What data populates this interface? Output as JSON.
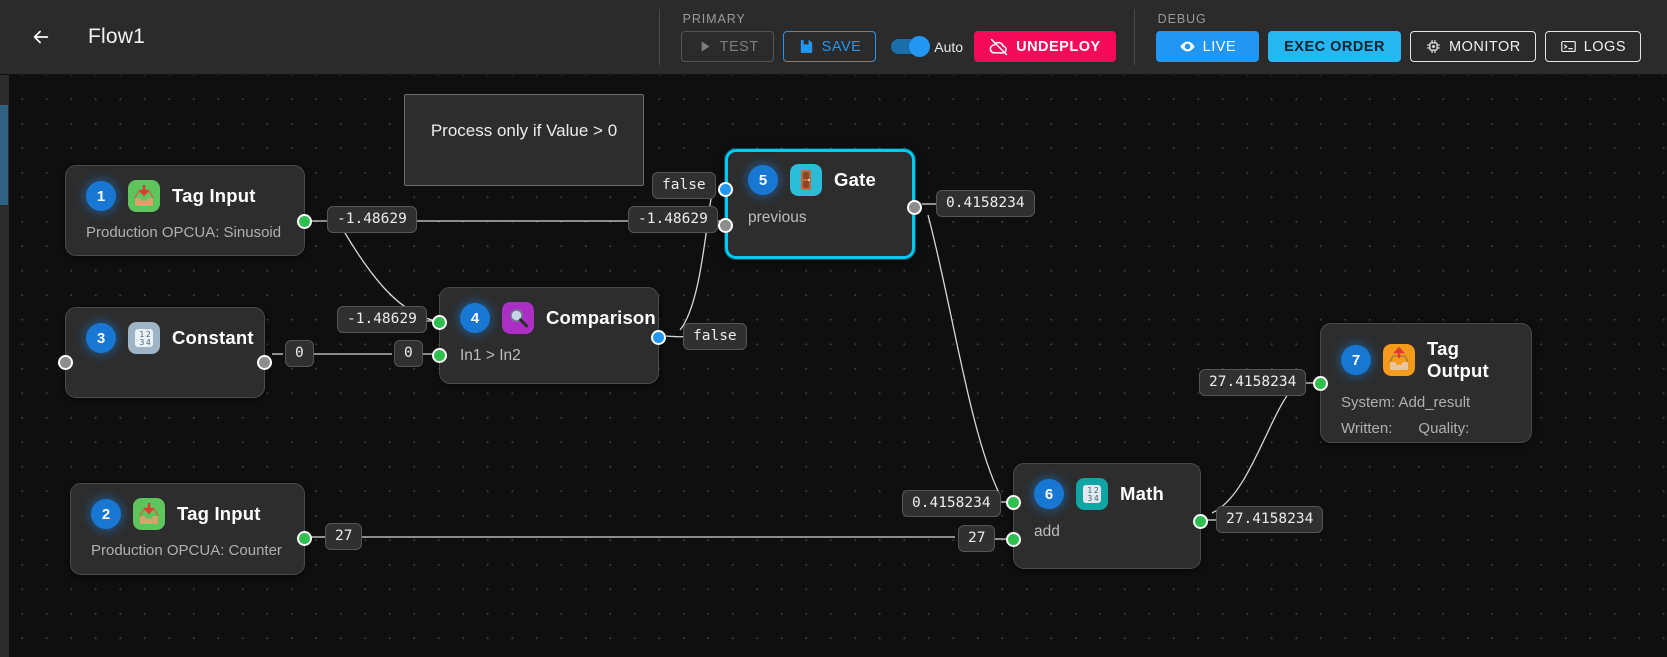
{
  "header": {
    "back_icon": "arrow-left-icon",
    "title": "Flow1",
    "primary": {
      "label": "PRIMARY",
      "test_label": "TEST",
      "test_icon": "play-icon",
      "save_label": "SAVE",
      "save_icon": "floppy-disk-icon",
      "auto_label": "Auto",
      "auto_on": true,
      "undeploy_label": "UNDEPLOY",
      "undeploy_icon": "cloud-off-icon"
    },
    "debug": {
      "label": "DEBUG",
      "live_label": "LIVE",
      "live_icon": "eye-icon",
      "exec_order_label": "EXEC ORDER",
      "monitor_label": "MONITOR",
      "monitor_icon": "cpu-chip-icon",
      "logs_label": "LOGS",
      "logs_icon": "terminal-icon"
    }
  },
  "colors": {
    "accent_blue": "#2196f3",
    "accent_cyan": "#26b6f0",
    "accent_pink": "#f50a5a",
    "selected_node": "#00c8f0",
    "port_green": "#2fbf4f",
    "port_grey": "#8d8d8d"
  },
  "comment": {
    "text": "Process only if Value > 0"
  },
  "nodes": [
    {
      "id": "1",
      "title": "Tag Input",
      "subtitle": "Production OPCUA: Sinusoid",
      "icon": "inbox-tray-icon",
      "selected": false
    },
    {
      "id": "2",
      "title": "Tag Input",
      "subtitle": "Production OPCUA: Counter",
      "icon": "inbox-tray-icon",
      "selected": false
    },
    {
      "id": "3",
      "title": "Constant",
      "subtitle": "",
      "icon": "numeric-input-icon",
      "selected": false
    },
    {
      "id": "4",
      "title": "Comparison",
      "subtitle": "In1 > In2",
      "icon": "magnifier-icon",
      "selected": false
    },
    {
      "id": "5",
      "title": "Gate",
      "subtitle": "previous",
      "icon": "door-icon",
      "selected": true
    },
    {
      "id": "6",
      "title": "Math",
      "subtitle": "add",
      "icon": "numeric-calc-icon",
      "selected": false
    },
    {
      "id": "7",
      "title": "Tag Output",
      "subtitle": "System: Add_result",
      "icon": "outbox-tray-icon",
      "selected": false,
      "written_label": "Written:",
      "quality_label": "Quality:"
    }
  ],
  "wire_values": {
    "tag1_out": "-1.48629",
    "tag1_to_gate": "-1.48629",
    "tag1_to_cmp": "-1.48629",
    "const_out": "0",
    "const_to_cmp": "0",
    "cmp_out": "false",
    "cmp_to_gate": "false",
    "gate_out": "0.4158234",
    "gate_to_math": "0.4158234",
    "tag2_out": "27",
    "tag2_to_math": "27",
    "math_out": "27.4158234",
    "math_to_tagout": "27.4158234"
  }
}
